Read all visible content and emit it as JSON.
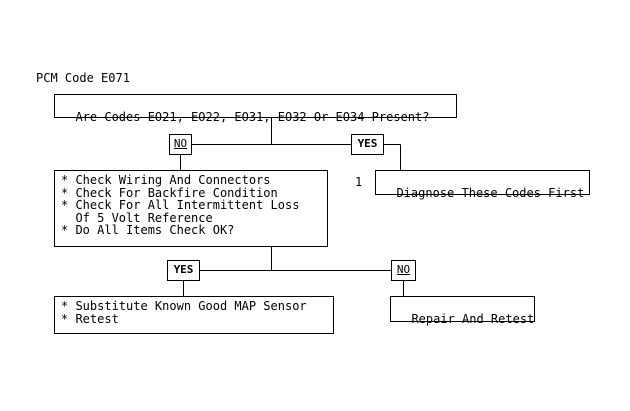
{
  "title": "PCM Code E071",
  "nodes": {
    "question1": "Are Codes EO21, EO22, EO31, EO32 Or EO34 Present?",
    "checks": [
      "* Check Wiring And Connectors",
      "* Check For Backfire Condition",
      "* Check For All Intermittent Loss",
      "  Of 5 Volt Reference",
      "* Do All Items Check OK?"
    ],
    "diagnose": "Diagnose These Codes First",
    "substitute": [
      "* Substitute Known Good MAP Sensor",
      "* Retest"
    ],
    "repair": "Repair And Retest"
  },
  "step_number": "1",
  "labels": {
    "no": "NO",
    "yes": "YES"
  }
}
